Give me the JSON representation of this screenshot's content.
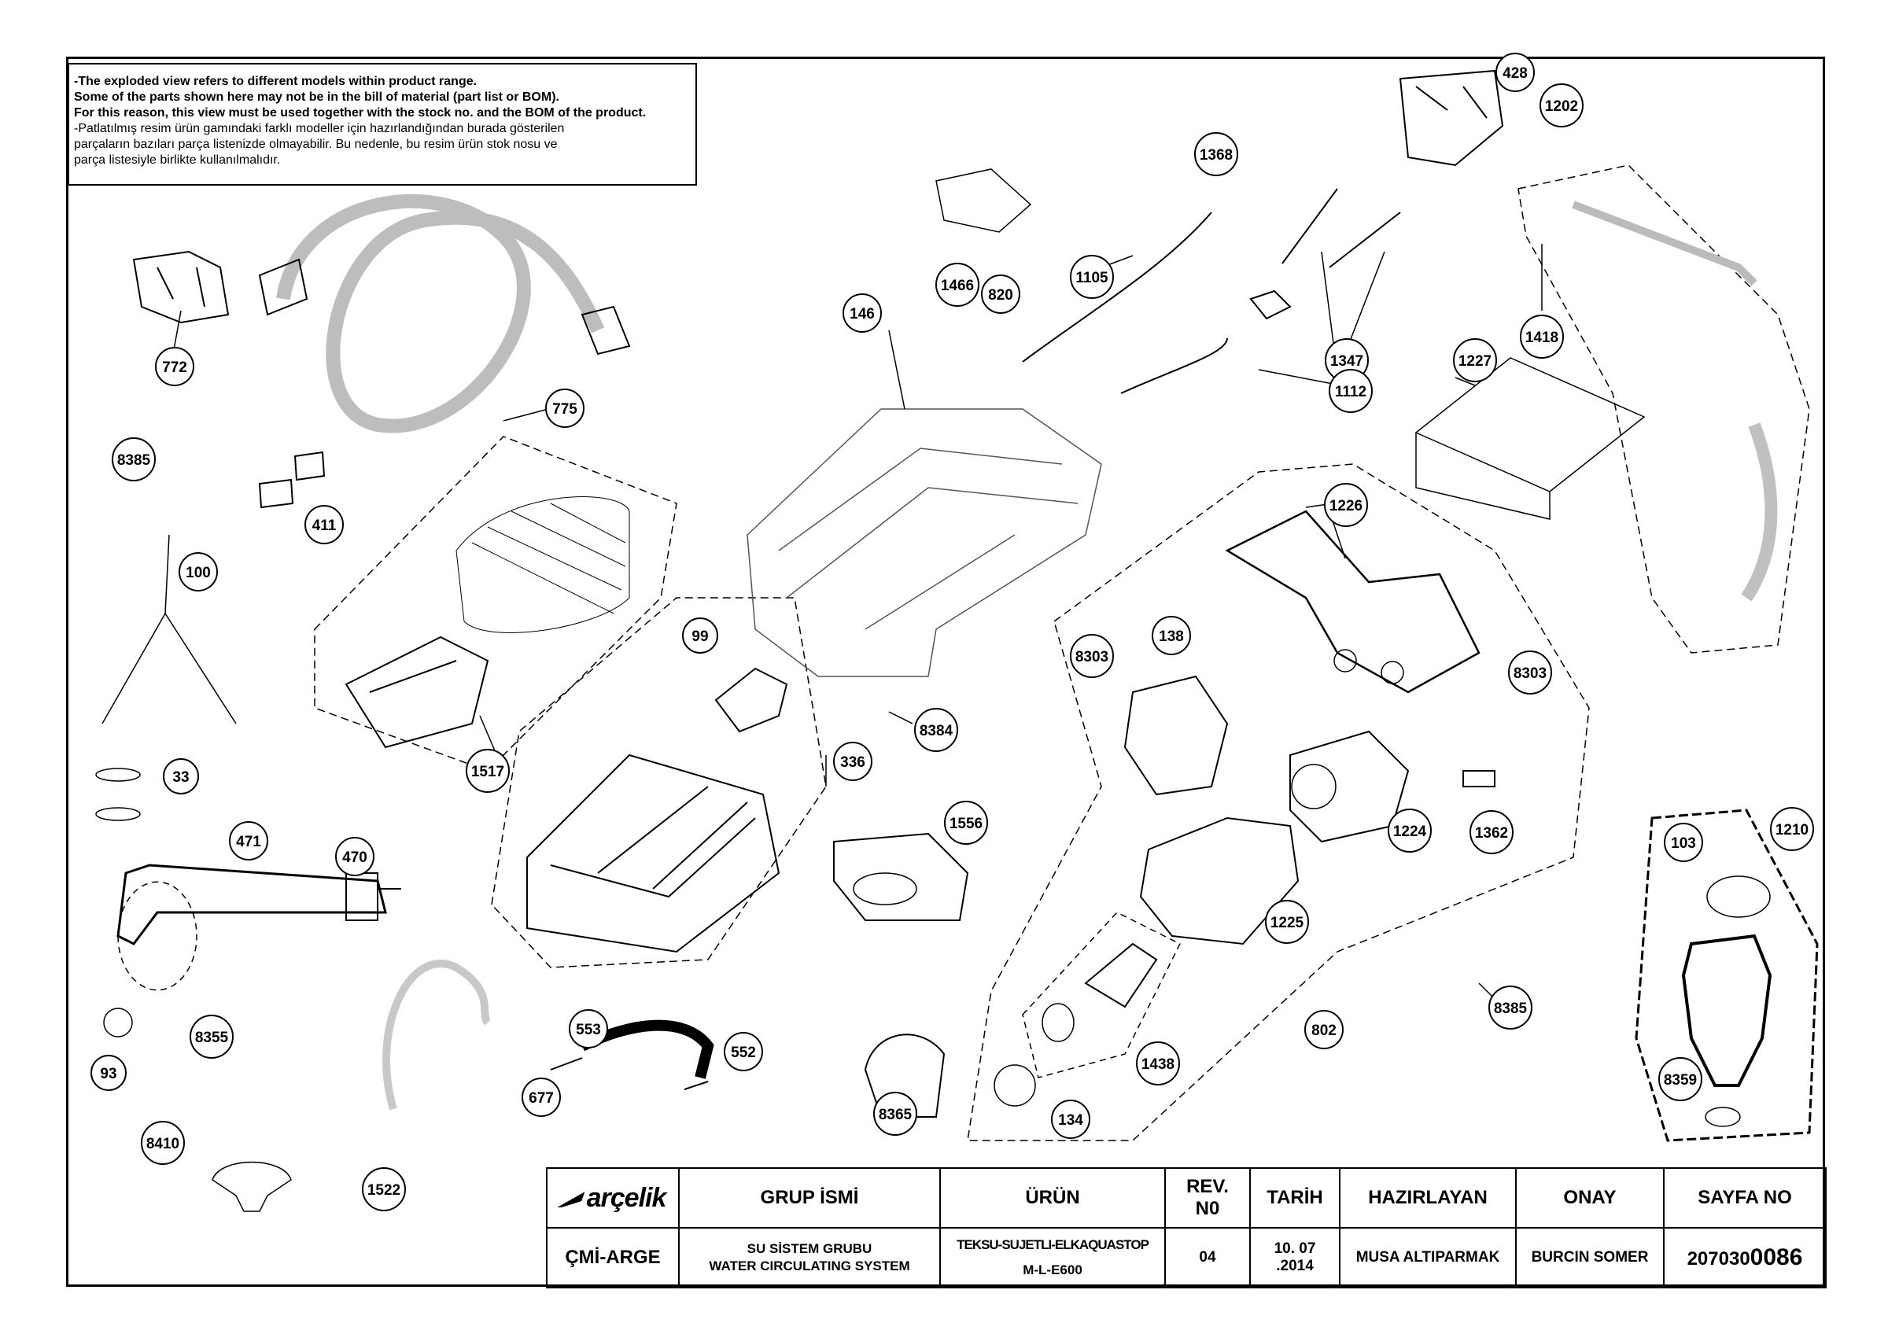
{
  "disclaimer": {
    "line1": "-The exploded view refers to different models within product range.",
    "line2": " Some of the parts shown here may not be in the bill of material (part list or BOM).",
    "line3": " For this reason, this view must be used together with the stock no. and the BOM of the product.",
    "line4": "-Patlatılmış resim ürün gamındaki farklı modeller için hazırlandığından burada gösterilen",
    "line5": " parçaların bazıları parça listenizde olmayabilir. Bu nedenle, bu resim ürün stok nosu ve",
    "line6": " parça listesiyle birlikte kullanılmalıdır."
  },
  "callouts": [
    "772",
    "775",
    "8385",
    "411",
    "100",
    "33",
    "471",
    "470",
    "8355",
    "93",
    "8410",
    "1522",
    "553",
    "552",
    "677",
    "1517",
    "99",
    "336",
    "8384",
    "1556",
    "8365",
    "146",
    "1466",
    "820",
    "1105",
    "1368",
    "1347",
    "1112",
    "428",
    "1202",
    "1418",
    "1227",
    "1226",
    "138",
    "8303",
    "8303",
    "1224",
    "1362",
    "1225",
    "1438",
    "134",
    "802",
    "8385",
    "1210",
    "103",
    "8359"
  ],
  "titleblock": {
    "company": "arçelik",
    "department": "ÇMİ-ARGE",
    "group_header": "GRUP İSMİ",
    "group_line1": "SU SİSTEM GRUBU",
    "group_line2": "WATER CIRCULATING SYSTEM",
    "product_header": "ÜRÜN",
    "product_line1": "TEKSU-SUJETLI-ELKAQUASTOP",
    "product_line2": "M-L-E600",
    "rev_header_line1": "REV.",
    "rev_header_line2": "N0",
    "rev_value": "04",
    "date_header": "TARİH",
    "date_value": "10. 07 .2014",
    "prepared_header": "HAZIRLAYAN",
    "prepared_value": "MUSA ALTIPARMAK",
    "approved_header": "ONAY",
    "approved_value": "BURCIN SOMER",
    "sheet_header": "SAYFA NO",
    "sheet_prefix": "207030",
    "sheet_suffix": "0086"
  }
}
